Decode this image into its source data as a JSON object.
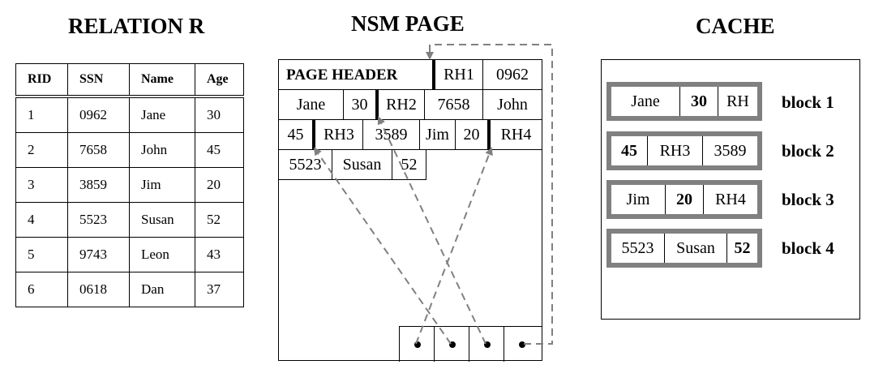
{
  "relation": {
    "title": "RELATION R",
    "headers": [
      "RID",
      "SSN",
      "Name",
      "Age"
    ],
    "rows": [
      [
        "1",
        "0962",
        "Jane",
        "30"
      ],
      [
        "2",
        "7658",
        "John",
        "45"
      ],
      [
        "3",
        "3859",
        "Jim",
        "20"
      ],
      [
        "4",
        "5523",
        "Susan",
        "52"
      ],
      [
        "5",
        "9743",
        "Leon",
        "43"
      ],
      [
        "6",
        "0618",
        "Dan",
        "37"
      ]
    ]
  },
  "nsm": {
    "title": "NSM PAGE",
    "header_label": "PAGE HEADER",
    "row1": [
      "RH1",
      "0962"
    ],
    "row2": [
      "Jane",
      "30",
      "RH2",
      "7658",
      "John"
    ],
    "row3": [
      "45",
      "RH3",
      "3589",
      "Jim",
      "20",
      "RH4"
    ],
    "row4": [
      "5523",
      "Susan",
      "52"
    ]
  },
  "cache": {
    "title": "CACHE",
    "blocks": [
      {
        "label": "block 1",
        "cells": [
          "Jane",
          "30",
          "RH"
        ]
      },
      {
        "label": "block 2",
        "cells": [
          "45",
          "RH3",
          "3589"
        ]
      },
      {
        "label": "block 3",
        "cells": [
          "Jim",
          "20",
          "RH4"
        ]
      },
      {
        "label": "block 4",
        "cells": [
          "5523",
          "Susan",
          "52"
        ]
      }
    ]
  },
  "colors": {
    "arrow": "#808080",
    "block_border": "#808080"
  }
}
